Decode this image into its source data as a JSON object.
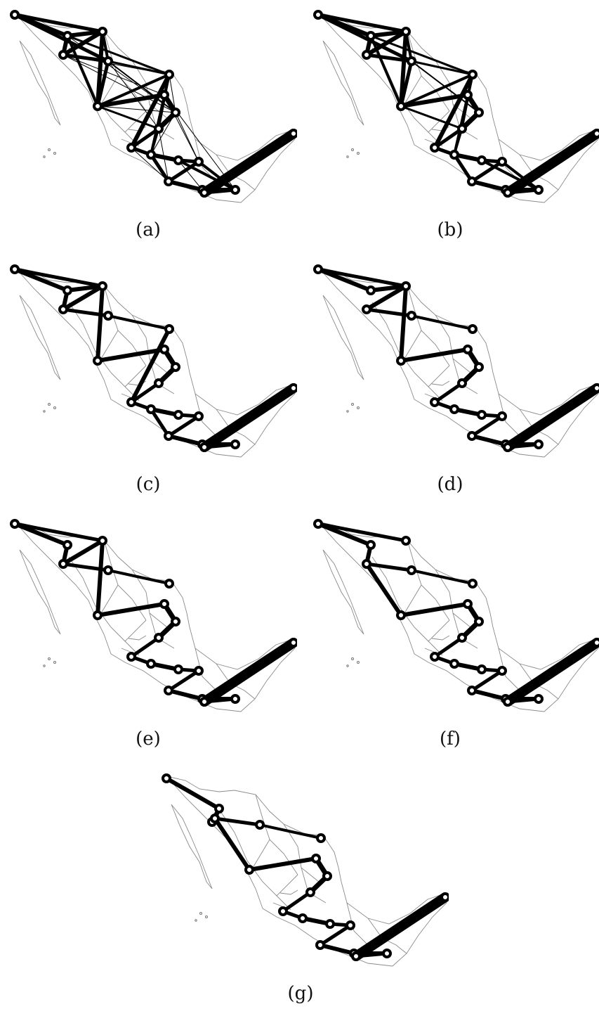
{
  "panels": [
    {
      "id": "a",
      "caption": "(a)",
      "edges": [
        [
          0,
          1,
          6
        ],
        [
          0,
          2,
          5
        ],
        [
          0,
          4,
          5
        ],
        [
          1,
          2,
          6
        ],
        [
          1,
          3,
          6
        ],
        [
          1,
          5,
          4
        ],
        [
          1,
          6,
          3
        ],
        [
          2,
          3,
          6
        ],
        [
          2,
          4,
          4
        ],
        [
          3,
          4,
          5
        ],
        [
          2,
          5,
          6
        ],
        [
          4,
          5,
          5
        ],
        [
          4,
          6,
          3
        ],
        [
          5,
          6,
          4
        ],
        [
          5,
          7,
          6
        ],
        [
          4,
          8,
          2
        ],
        [
          5,
          9,
          3
        ],
        [
          6,
          9,
          3
        ],
        [
          6,
          10,
          6
        ],
        [
          6,
          11,
          4
        ],
        [
          7,
          8,
          7
        ],
        [
          8,
          9,
          7
        ],
        [
          9,
          10,
          5
        ],
        [
          9,
          11,
          3
        ],
        [
          10,
          11,
          5
        ],
        [
          11,
          12,
          6
        ],
        [
          12,
          13,
          5
        ],
        [
          11,
          14,
          5
        ],
        [
          12,
          16,
          4
        ],
        [
          13,
          14,
          5
        ],
        [
          14,
          15,
          6
        ],
        [
          13,
          16,
          4
        ],
        [
          15,
          16,
          6
        ],
        [
          16,
          17,
          5
        ],
        [
          17,
          18,
          14
        ],
        [
          3,
          7,
          1
        ],
        [
          3,
          8,
          1
        ],
        [
          1,
          8,
          1
        ],
        [
          6,
          8,
          1
        ],
        [
          4,
          9,
          1
        ],
        [
          5,
          8,
          1
        ],
        [
          8,
          11,
          1
        ],
        [
          7,
          13,
          1
        ],
        [
          8,
          13,
          1
        ],
        [
          9,
          14,
          1
        ],
        [
          10,
          14,
          1
        ],
        [
          12,
          15,
          1
        ],
        [
          7,
          16,
          1
        ],
        [
          3,
          6,
          1
        ]
      ]
    },
    {
      "id": "b",
      "caption": "(b)",
      "edges": [
        [
          0,
          1,
          6
        ],
        [
          0,
          2,
          5
        ],
        [
          0,
          4,
          5
        ],
        [
          1,
          2,
          6
        ],
        [
          1,
          3,
          6
        ],
        [
          1,
          5,
          4
        ],
        [
          1,
          6,
          3
        ],
        [
          2,
          3,
          6
        ],
        [
          2,
          4,
          4
        ],
        [
          3,
          4,
          5
        ],
        [
          2,
          5,
          6
        ],
        [
          4,
          5,
          5
        ],
        [
          4,
          6,
          3
        ],
        [
          5,
          6,
          4
        ],
        [
          5,
          7,
          6
        ],
        [
          4,
          8,
          2
        ],
        [
          5,
          9,
          3
        ],
        [
          6,
          9,
          3
        ],
        [
          6,
          10,
          6
        ],
        [
          6,
          11,
          4
        ],
        [
          7,
          8,
          7
        ],
        [
          8,
          9,
          7
        ],
        [
          9,
          10,
          5
        ],
        [
          9,
          11,
          3
        ],
        [
          10,
          11,
          5
        ],
        [
          11,
          12,
          6
        ],
        [
          12,
          13,
          5
        ],
        [
          11,
          14,
          5
        ],
        [
          12,
          16,
          4
        ],
        [
          13,
          14,
          5
        ],
        [
          14,
          15,
          6
        ],
        [
          13,
          16,
          4
        ],
        [
          15,
          16,
          6
        ],
        [
          16,
          17,
          5
        ],
        [
          17,
          18,
          14
        ]
      ]
    },
    {
      "id": "c",
      "caption": "(c)",
      "edges": [
        [
          0,
          1,
          6
        ],
        [
          0,
          2,
          5
        ],
        [
          1,
          2,
          6
        ],
        [
          1,
          3,
          6
        ],
        [
          2,
          3,
          6
        ],
        [
          2,
          5,
          6
        ],
        [
          3,
          4,
          5
        ],
        [
          4,
          6,
          4
        ],
        [
          5,
          7,
          6
        ],
        [
          7,
          8,
          7
        ],
        [
          8,
          9,
          7
        ],
        [
          9,
          10,
          5
        ],
        [
          6,
          10,
          6
        ],
        [
          10,
          11,
          5
        ],
        [
          11,
          12,
          6
        ],
        [
          12,
          13,
          5
        ],
        [
          13,
          14,
          5
        ],
        [
          11,
          14,
          5
        ],
        [
          14,
          15,
          6
        ],
        [
          15,
          16,
          6
        ],
        [
          16,
          17,
          5
        ],
        [
          17,
          18,
          14
        ]
      ]
    },
    {
      "id": "d",
      "caption": "(d)",
      "edges": [
        [
          0,
          1,
          6
        ],
        [
          0,
          2,
          5
        ],
        [
          1,
          2,
          6
        ],
        [
          2,
          3,
          6
        ],
        [
          3,
          4,
          5
        ],
        [
          2,
          5,
          6
        ],
        [
          4,
          6,
          4
        ],
        [
          5,
          7,
          6
        ],
        [
          7,
          8,
          7
        ],
        [
          8,
          9,
          7
        ],
        [
          9,
          10,
          5
        ],
        [
          10,
          11,
          5
        ],
        [
          11,
          12,
          6
        ],
        [
          12,
          13,
          5
        ],
        [
          13,
          14,
          5
        ],
        [
          14,
          15,
          6
        ],
        [
          15,
          16,
          6
        ],
        [
          16,
          17,
          5
        ],
        [
          17,
          18,
          14
        ]
      ]
    },
    {
      "id": "e",
      "caption": "(e)",
      "edges": [
        [
          0,
          1,
          6
        ],
        [
          0,
          2,
          5
        ],
        [
          2,
          3,
          6
        ],
        [
          1,
          3,
          6
        ],
        [
          3,
          4,
          5
        ],
        [
          2,
          5,
          6
        ],
        [
          4,
          6,
          4
        ],
        [
          5,
          7,
          6
        ],
        [
          7,
          8,
          7
        ],
        [
          8,
          9,
          7
        ],
        [
          9,
          10,
          5
        ],
        [
          10,
          11,
          5
        ],
        [
          11,
          12,
          6
        ],
        [
          12,
          13,
          5
        ],
        [
          13,
          14,
          5
        ],
        [
          14,
          15,
          6
        ],
        [
          15,
          16,
          6
        ],
        [
          16,
          17,
          5
        ],
        [
          17,
          18,
          14
        ]
      ]
    },
    {
      "id": "f",
      "caption": "(f)",
      "edges": [
        [
          0,
          1,
          6
        ],
        [
          0,
          2,
          5
        ],
        [
          1,
          3,
          6
        ],
        [
          3,
          4,
          5
        ],
        [
          3,
          5,
          6
        ],
        [
          4,
          6,
          4
        ],
        [
          5,
          7,
          6
        ],
        [
          7,
          8,
          7
        ],
        [
          8,
          9,
          7
        ],
        [
          9,
          10,
          5
        ],
        [
          10,
          11,
          5
        ],
        [
          11,
          12,
          6
        ],
        [
          12,
          13,
          5
        ],
        [
          13,
          14,
          5
        ],
        [
          14,
          15,
          6
        ],
        [
          15,
          16,
          6
        ],
        [
          16,
          17,
          5
        ],
        [
          17,
          18,
          14
        ]
      ]
    },
    {
      "id": "g",
      "caption": "(g)",
      "edges": [
        [
          0,
          1,
          6
        ],
        [
          1,
          2,
          6
        ],
        [
          1,
          3,
          6
        ],
        [
          3,
          4,
          5
        ],
        [
          3,
          5,
          6
        ],
        [
          4,
          6,
          4
        ],
        [
          5,
          7,
          6
        ],
        [
          7,
          8,
          7
        ],
        [
          8,
          9,
          7
        ],
        [
          9,
          10,
          5
        ],
        [
          10,
          11,
          5
        ],
        [
          11,
          12,
          6
        ],
        [
          12,
          13,
          5
        ],
        [
          13,
          14,
          5
        ],
        [
          14,
          15,
          6
        ],
        [
          15,
          16,
          6
        ],
        [
          16,
          17,
          5
        ],
        [
          17,
          18,
          14
        ]
      ]
    }
  ],
  "node_count": 19
}
